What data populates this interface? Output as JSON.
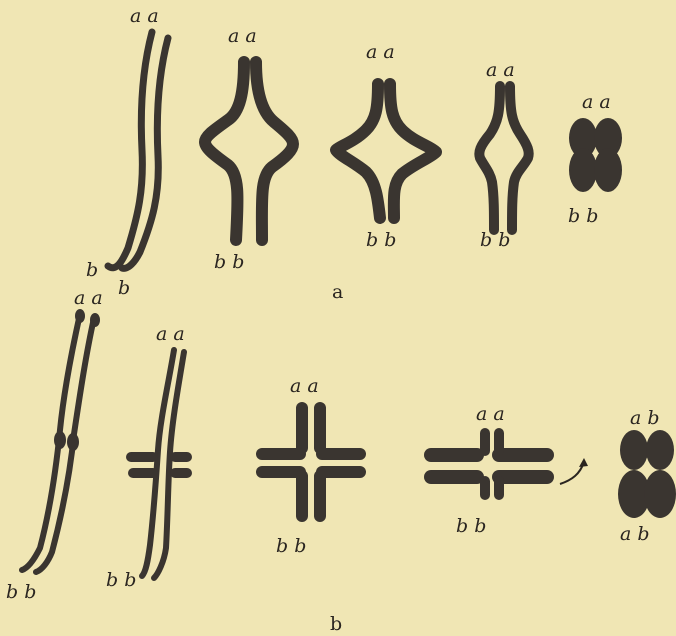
{
  "row_a": {
    "caption": "a",
    "stages": [
      {
        "top": "a a",
        "bottom": [
          "b",
          "b"
        ]
      },
      {
        "top": "a a",
        "bottom": "b b"
      },
      {
        "top": "a a",
        "bottom": "b b"
      },
      {
        "top": "a a",
        "bottom": "b b"
      },
      {
        "top": "a a",
        "bottom": "b b"
      }
    ]
  },
  "row_b": {
    "caption": "b",
    "stages": [
      {
        "top": "a a",
        "bottom": "b b"
      },
      {
        "top": "a a",
        "bottom": "b b"
      },
      {
        "top": "a a",
        "bottom": "b b"
      },
      {
        "top": "a a",
        "bottom": "b b"
      },
      {
        "top": "a b",
        "bottom": "a b"
      }
    ]
  },
  "colors": {
    "background": "#f0e6b4",
    "ink": "#3a3530"
  }
}
